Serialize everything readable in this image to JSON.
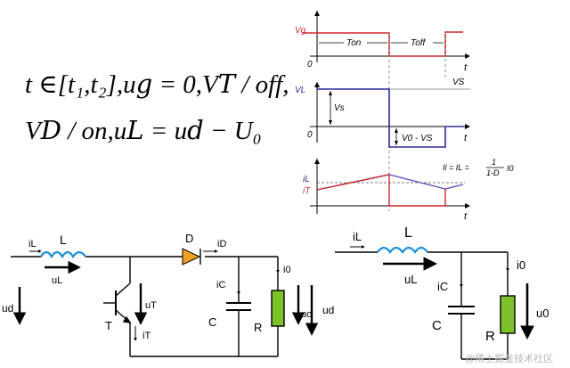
{
  "equation": {
    "line1": "t ∈[t₁,t₂],u𝑔 = 0,V𝑇 / off,",
    "line2": "V𝐷 / on,u𝐿 = u𝑑 − U₀"
  },
  "waveforms": {
    "vg": {
      "label": "Vg",
      "zero": "0",
      "t_axis": "t",
      "ton": "Ton",
      "toff": "Toff",
      "color": "#d0262b"
    },
    "vl": {
      "label": "VL",
      "zero": "0",
      "t_axis": "t",
      "vs_right": "VS",
      "vs_top": "Vs",
      "v0_vs": "V0 - VS",
      "color": "#2a2a9a"
    },
    "i": {
      "label_il": "iL",
      "label_it": "iT",
      "t_axis": "t",
      "formula_lhs": "Il = IL =",
      "formula_num": "1",
      "formula_den": "1-D",
      "formula_rhs": "I0"
    }
  },
  "circuit_left": {
    "iL": "iL",
    "L": "L",
    "uL": "uL",
    "ud": "ud",
    "D": "D",
    "iD": "iD",
    "i0": "i0",
    "iC": "iC",
    "C": "C",
    "R": "R",
    "uT": "uT",
    "T": "T",
    "iT": "iT",
    "uo_r": "uo",
    "ud_r": "ud"
  },
  "circuit_right": {
    "iL": "iL",
    "L": "L",
    "uL": "uL",
    "iC": "iC",
    "C": "C",
    "R": "R",
    "i0": "i0",
    "u0": "u0"
  },
  "watermark": "@稀土掘金技术社区",
  "colors": {
    "inductor": "#1a8fd8",
    "resistor": "#7cc22a",
    "diode": "#f0a020",
    "wire": "#000000"
  }
}
